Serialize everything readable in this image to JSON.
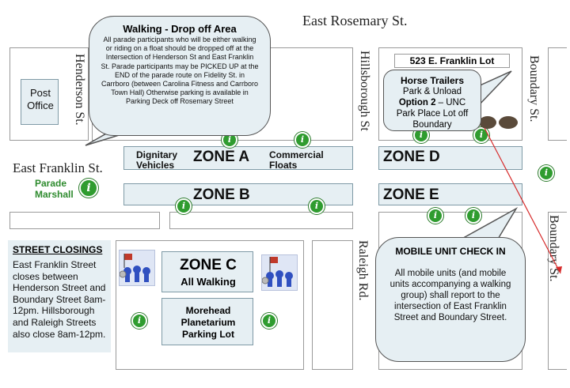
{
  "streets": {
    "east_rosemary": "East Rosemary St.",
    "east_franklin": "East Franklin St.",
    "henderson": "Henderson St.",
    "hillsborough": "Hillsborough St",
    "raleigh": "Raleigh Rd.",
    "boundary_top": "Boundary St.",
    "boundary_bottom": "Boundary St."
  },
  "buildings": {
    "post_office": "Post Office",
    "lot_523": "523 E. Franklin Lot",
    "planetarium": "Morehead Planetarium Parking Lot"
  },
  "zones": {
    "a": "ZONE A",
    "a_left": "Dignitary Vehicles",
    "a_right": "Commercial Floats",
    "b": "ZONE B",
    "c": "ZONE C",
    "c_sub": "All Walking",
    "d": "ZONE D",
    "e": "ZONE E"
  },
  "parade_marshall": "Parade Marshall",
  "walking_bubble": {
    "title": "Walking - Drop off Area",
    "body": "All parade participants who will be either walking or riding on a float should be dropped off at the Intersection of Henderson St and East Franklin St. Parade participants may be PICKED UP at the END of the parade route on Fidelity St. in Carrboro (between Carolina Fitness and Carrboro Town Hall) Otherwise parking is available in Parking Deck off Rosemary Street"
  },
  "horse_bubble": {
    "title": "Horse Trailers",
    "line1": "Park & Unload",
    "option_bold": "Option 2",
    "option_rest": " – UNC Park Place Lot off Boundary"
  },
  "mobile_bubble": {
    "title": "MOBILE UNIT CHECK IN",
    "body": "All mobile units (and mobile units accompanying a walking group) shall report to the intersection of East Franklin Street and Boundary Street."
  },
  "street_closings": {
    "title": "STREET CLOSINGS",
    "body": "East Franklin Street closes between Henderson Street and Boundary Street 8am-12pm. Hillsborough and Raleigh Streets also close 8am-12pm."
  },
  "colors": {
    "zone_fill": "#e6eff3",
    "info_green": "#2f9c2f",
    "marshall_green": "#2e8b2e",
    "route_red": "#d62a2a"
  },
  "icons": [
    "info-icon",
    "horse-icon",
    "parade-crowd-icon"
  ]
}
